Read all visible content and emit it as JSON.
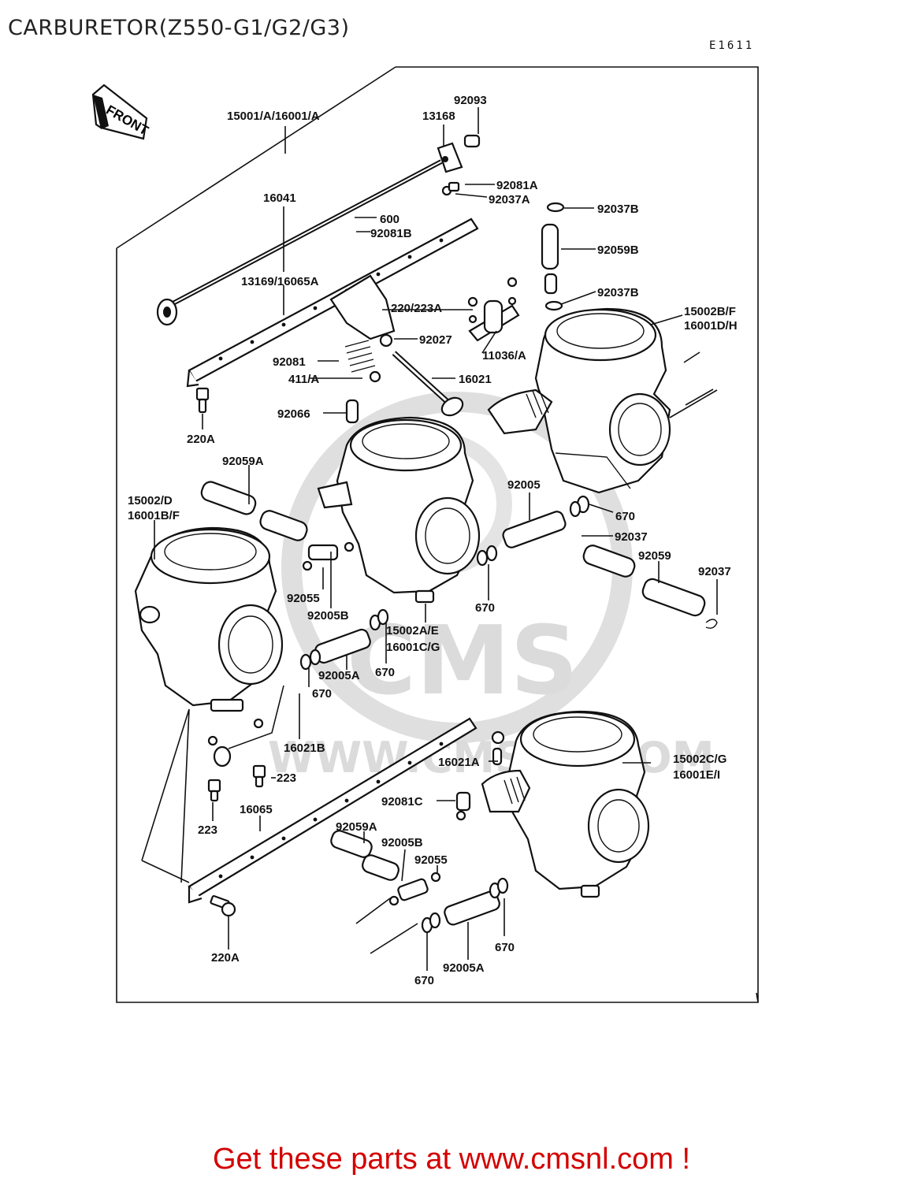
{
  "title": "CARBURETOR(Z550-G1/G2/G3)",
  "diagram_code": "E1611",
  "front_label": "FRONT",
  "watermark": {
    "logo_text": "CMS",
    "url_text": "WWW.CMSNL.COM"
  },
  "labels": [
    {
      "id": "l-15001",
      "text": "15001/A/16001/A"
    },
    {
      "id": "l-92093",
      "text": "92093"
    },
    {
      "id": "l-13168",
      "text": "13168"
    },
    {
      "id": "l-92081a-top",
      "text": "92081A"
    },
    {
      "id": "l-92037a",
      "text": "92037A"
    },
    {
      "id": "l-92037b-1",
      "text": "92037B"
    },
    {
      "id": "l-16041",
      "text": "16041"
    },
    {
      "id": "l-600",
      "text": "600"
    },
    {
      "id": "l-92081b",
      "text": "92081B"
    },
    {
      "id": "l-92059b",
      "text": "92059B"
    },
    {
      "id": "l-13169",
      "text": "13169/16065A"
    },
    {
      "id": "l-92037b-2",
      "text": "92037B"
    },
    {
      "id": "l-220-223a",
      "text": "220/223A"
    },
    {
      "id": "l-15002bf",
      "text": "15002B/F"
    },
    {
      "id": "l-16001dh",
      "text": "16001D/H"
    },
    {
      "id": "l-92027",
      "text": "92027"
    },
    {
      "id": "l-11036",
      "text": "11036/A"
    },
    {
      "id": "l-92081",
      "text": "92081"
    },
    {
      "id": "l-16021",
      "text": "16021"
    },
    {
      "id": "l-411",
      "text": "411/A"
    },
    {
      "id": "l-92066",
      "text": "92066"
    },
    {
      "id": "l-220a-top",
      "text": "220A"
    },
    {
      "id": "l-92059a-top",
      "text": "92059A"
    },
    {
      "id": "l-92005-top",
      "text": "92005"
    },
    {
      "id": "l-15002d",
      "text": "15002/D"
    },
    {
      "id": "l-16001bf",
      "text": "16001B/F"
    },
    {
      "id": "l-670-a",
      "text": "670"
    },
    {
      "id": "l-92037-a",
      "text": "92037"
    },
    {
      "id": "l-92059-r",
      "text": "92059"
    },
    {
      "id": "l-92037-b",
      "text": "92037"
    },
    {
      "id": "l-92055-top",
      "text": "92055"
    },
    {
      "id": "l-92005b-top",
      "text": "92005B"
    },
    {
      "id": "l-670-b",
      "text": "670"
    },
    {
      "id": "l-15002ae",
      "text": "15002A/E"
    },
    {
      "id": "l-16001cg",
      "text": "16001C/G"
    },
    {
      "id": "l-92005a-top",
      "text": "92005A"
    },
    {
      "id": "l-670-c",
      "text": "670"
    },
    {
      "id": "l-670-d",
      "text": "670"
    },
    {
      "id": "l-16021b",
      "text": "16021B"
    },
    {
      "id": "l-16021a",
      "text": "16021A"
    },
    {
      "id": "l-15002cg",
      "text": "15002C/G"
    },
    {
      "id": "l-16001ei",
      "text": "16001E/I"
    },
    {
      "id": "l-223-a",
      "text": "223"
    },
    {
      "id": "l-92081c",
      "text": "92081C"
    },
    {
      "id": "l-16065",
      "text": "16065"
    },
    {
      "id": "l-223-b",
      "text": "223"
    },
    {
      "id": "l-92059a-bot",
      "text": "92059A"
    },
    {
      "id": "l-92005b-bot",
      "text": "92005B"
    },
    {
      "id": "l-92055-bot",
      "text": "92055"
    },
    {
      "id": "l-670-e",
      "text": "670"
    },
    {
      "id": "l-220a-bot",
      "text": "220A"
    },
    {
      "id": "l-670-f",
      "text": "670"
    },
    {
      "id": "l-92005a-bot",
      "text": "92005A"
    }
  ],
  "footer": "Get these parts at www.cmsnl.com !"
}
